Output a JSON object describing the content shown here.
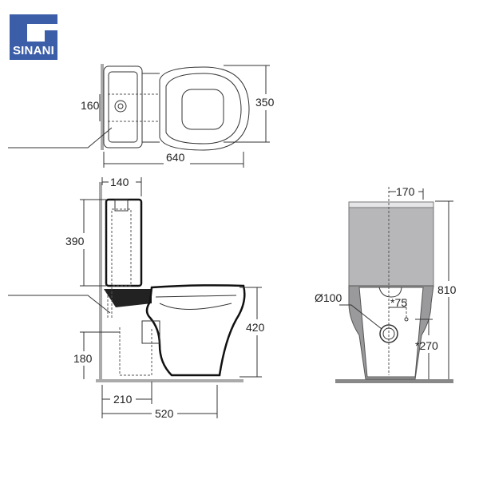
{
  "logo": {
    "brand": "SINANI",
    "color": "#3c5ea8"
  },
  "top_view": {
    "width_label": "640",
    "depth_label": "350",
    "inlet_label": "160"
  },
  "side_view": {
    "tank_depth_label": "140",
    "tank_height_label": "390",
    "seat_height_label": "420",
    "outlet_height_label": "180",
    "outlet_distance_label": "210",
    "total_length_label": "520"
  },
  "front_view": {
    "tank_width_label": "170",
    "total_height_label": "810",
    "outlet_diameter_label": "Ø100",
    "inlet_offset_label": "*75",
    "inlet_height_label": "*270",
    "tank_color": "#b7b7b9"
  }
}
